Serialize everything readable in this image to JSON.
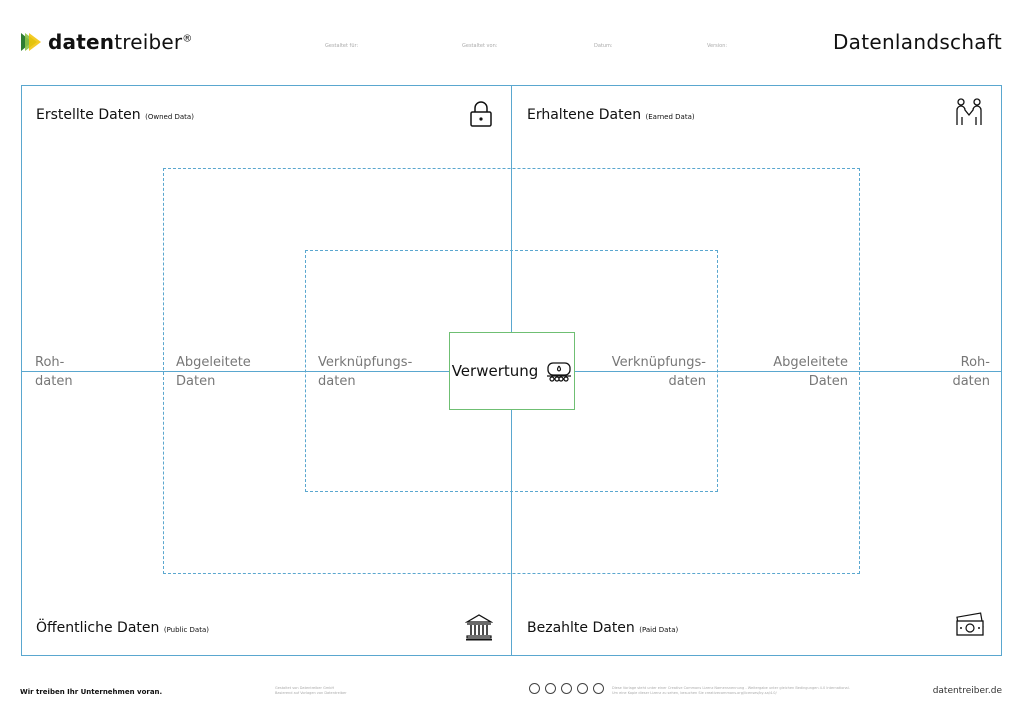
{
  "header": {
    "brand_bold": "daten",
    "brand_light": "treiber",
    "brand_mark": "®",
    "fields": [
      "Gestaltet für:",
      "Gestaltet von:",
      "Datum:",
      "Version:"
    ],
    "title": "Datenlandschaft"
  },
  "quadrants": {
    "top_left": {
      "title": "Erstellte Daten",
      "sub": "(Owned Data)",
      "icon": "padlock-icon"
    },
    "top_right": {
      "title": "Erhaltene Daten",
      "sub": "(Earned Data)",
      "icon": "handshake-icon"
    },
    "bottom_left": {
      "title": "Öffentliche Daten",
      "sub": "(Public Data)",
      "icon": "building-icon"
    },
    "bottom_right": {
      "title": "Bezahlte Daten",
      "sub": "(Paid Data)",
      "icon": "money-icon"
    }
  },
  "rings": {
    "left": [
      [
        "Roh-",
        "daten"
      ],
      [
        "Abgeleitete",
        "Daten"
      ],
      [
        "Verknüpfungs-",
        "daten"
      ]
    ],
    "right": [
      [
        "Verknüpfungs-",
        "daten"
      ],
      [
        "Abgeleitete",
        "Daten"
      ],
      [
        "Roh-",
        "daten"
      ]
    ]
  },
  "center": {
    "label": "Verwertung",
    "icon": "tank-wagon-icon"
  },
  "footer": {
    "slogan": "Wir treiben Ihr Unternehmen voran.",
    "fine_left_1": "Gestaltet von Datentreiber GmbH",
    "fine_left_2": "Basierend auf Vorlagen von Datentreiber",
    "fine_right_1": "Diese Vorlage steht unter einer Creative Commons Lizenz Namensnennung - Weitergabe unter gleichen Bedingungen 4.0 International.",
    "fine_right_2": "Um eine Kopie dieser Lizenz zu sehen, besuchen Sie creativecommons.org/licenses/by-sa/4.0/",
    "website": "datentreiber.de"
  }
}
